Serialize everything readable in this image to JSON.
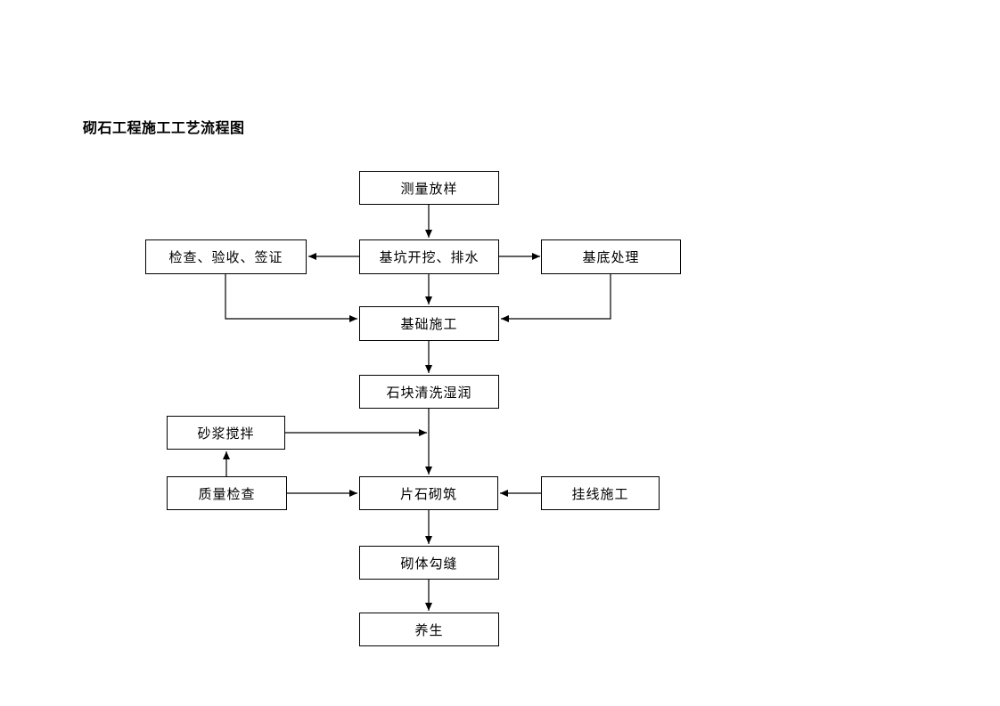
{
  "page": {
    "title": "砌石工程施工工艺流程图",
    "background_color": "#ffffff"
  },
  "flowchart": {
    "nodes": {
      "survey": {
        "label": "测量放样"
      },
      "inspection": {
        "label": "检查、验收、签证"
      },
      "excavation": {
        "label": "基坑开挖、排水"
      },
      "base_treatment": {
        "label": "基底处理"
      },
      "foundation": {
        "label": "基础施工"
      },
      "stone_washing": {
        "label": "石块清洗湿润"
      },
      "mortar_mixing": {
        "label": "砂浆搅拌"
      },
      "quality_check": {
        "label": "质量检查"
      },
      "stone_masonry": {
        "label": "片石砌筑"
      },
      "line_hanging": {
        "label": "挂线施工"
      },
      "jointing": {
        "label": "砌体勾缝"
      },
      "curing": {
        "label": "养生"
      }
    },
    "edges": [
      {
        "from": "survey",
        "to": "excavation"
      },
      {
        "from": "excavation",
        "to": "inspection"
      },
      {
        "from": "excavation",
        "to": "base_treatment"
      },
      {
        "from": "excavation",
        "to": "foundation"
      },
      {
        "from": "inspection",
        "to": "foundation"
      },
      {
        "from": "base_treatment",
        "to": "foundation"
      },
      {
        "from": "foundation",
        "to": "stone_washing"
      },
      {
        "from": "stone_washing",
        "to": "stone_masonry"
      },
      {
        "from": "mortar_mixing",
        "to": "stone_masonry"
      },
      {
        "from": "quality_check",
        "to": "mortar_mixing"
      },
      {
        "from": "quality_check",
        "to": "stone_masonry"
      },
      {
        "from": "line_hanging",
        "to": "stone_masonry"
      },
      {
        "from": "stone_masonry",
        "to": "jointing"
      },
      {
        "from": "jointing",
        "to": "curing"
      }
    ],
    "style": {
      "box_border_color": "#000000",
      "box_fill_color": "#ffffff",
      "connector_color": "#000000",
      "text_color": "#000000"
    }
  }
}
